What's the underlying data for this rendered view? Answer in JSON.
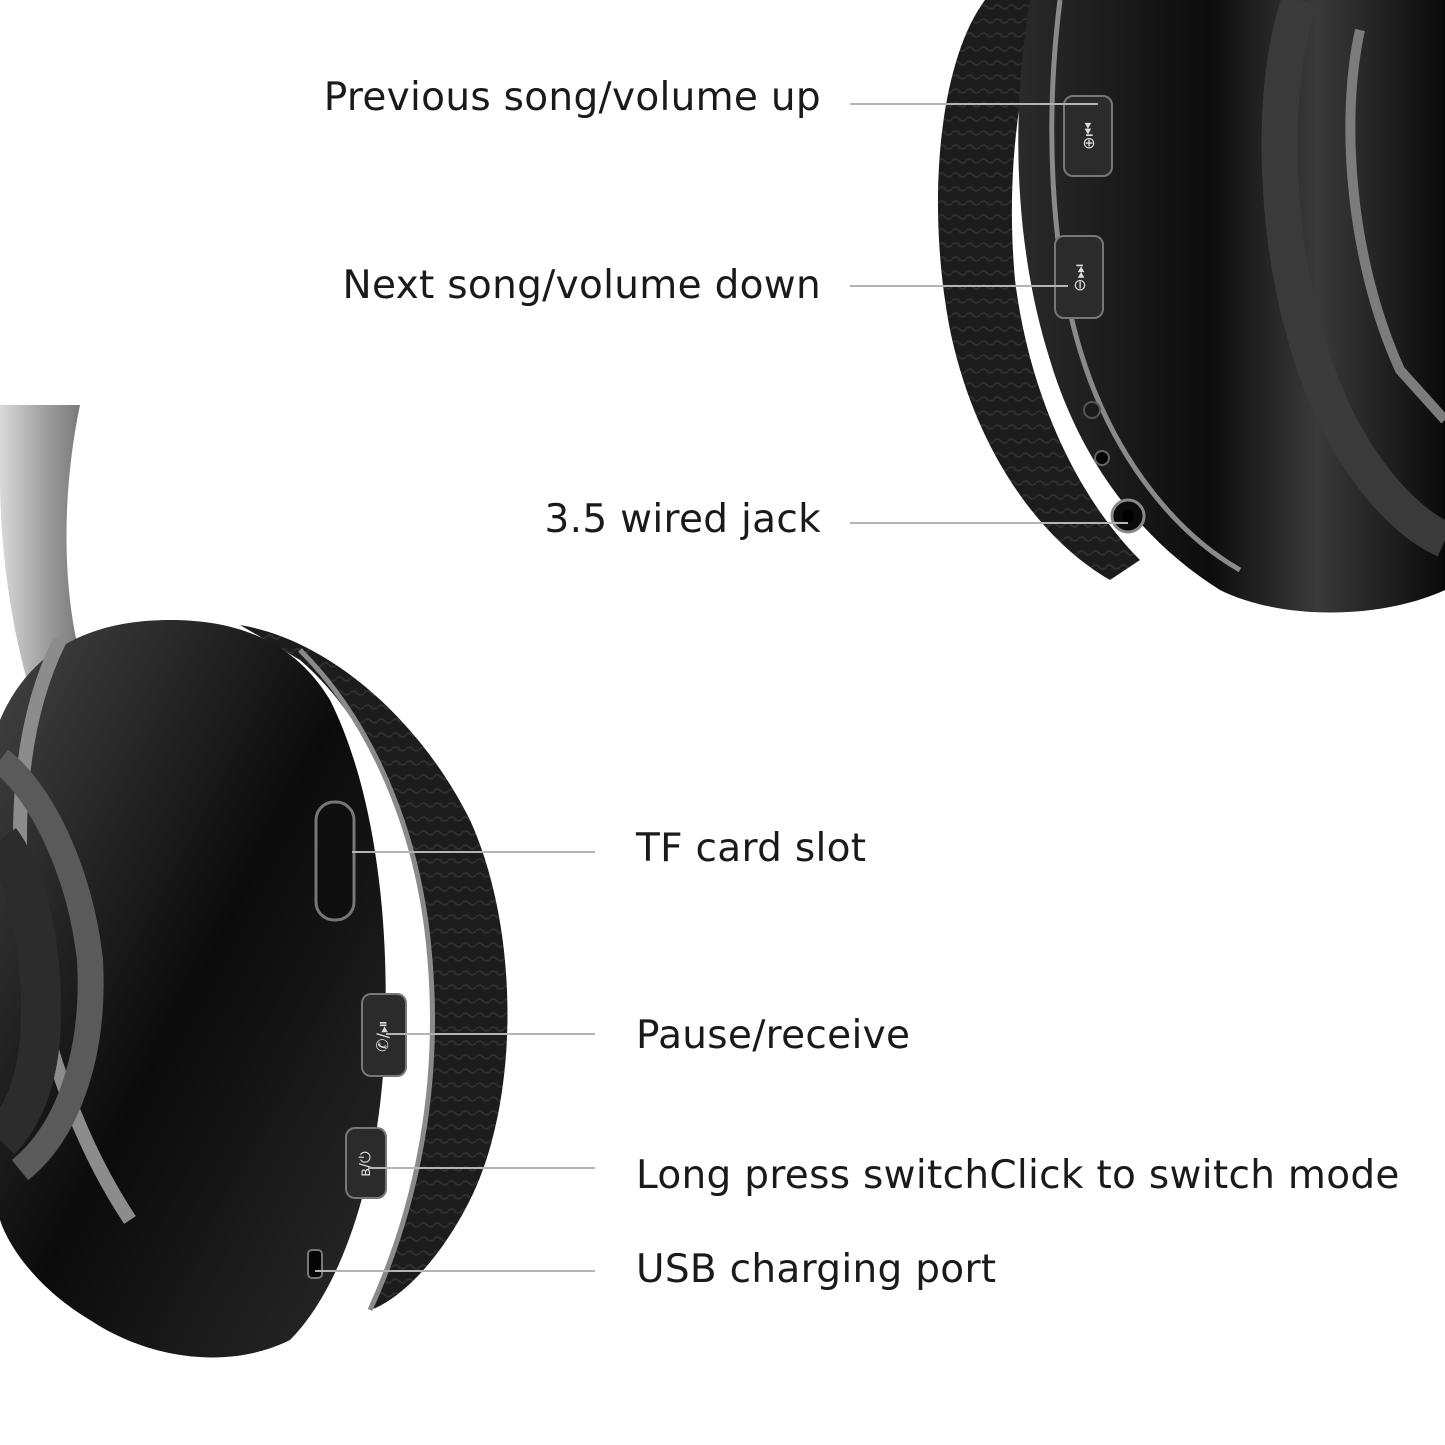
{
  "callouts": {
    "prev": "Previous song/volume up",
    "next": "Next song/volume down",
    "jack": "3.5 wired jack",
    "tf": "TF card slot",
    "pause": "Pause/receive",
    "power": "Long press switchClick to switch mode",
    "usb": "USB charging port"
  },
  "colors": {
    "background": "#ffffff",
    "leader_line": "#b4b4b4",
    "shell": "#111111",
    "cushion": "#1c1c1c"
  }
}
